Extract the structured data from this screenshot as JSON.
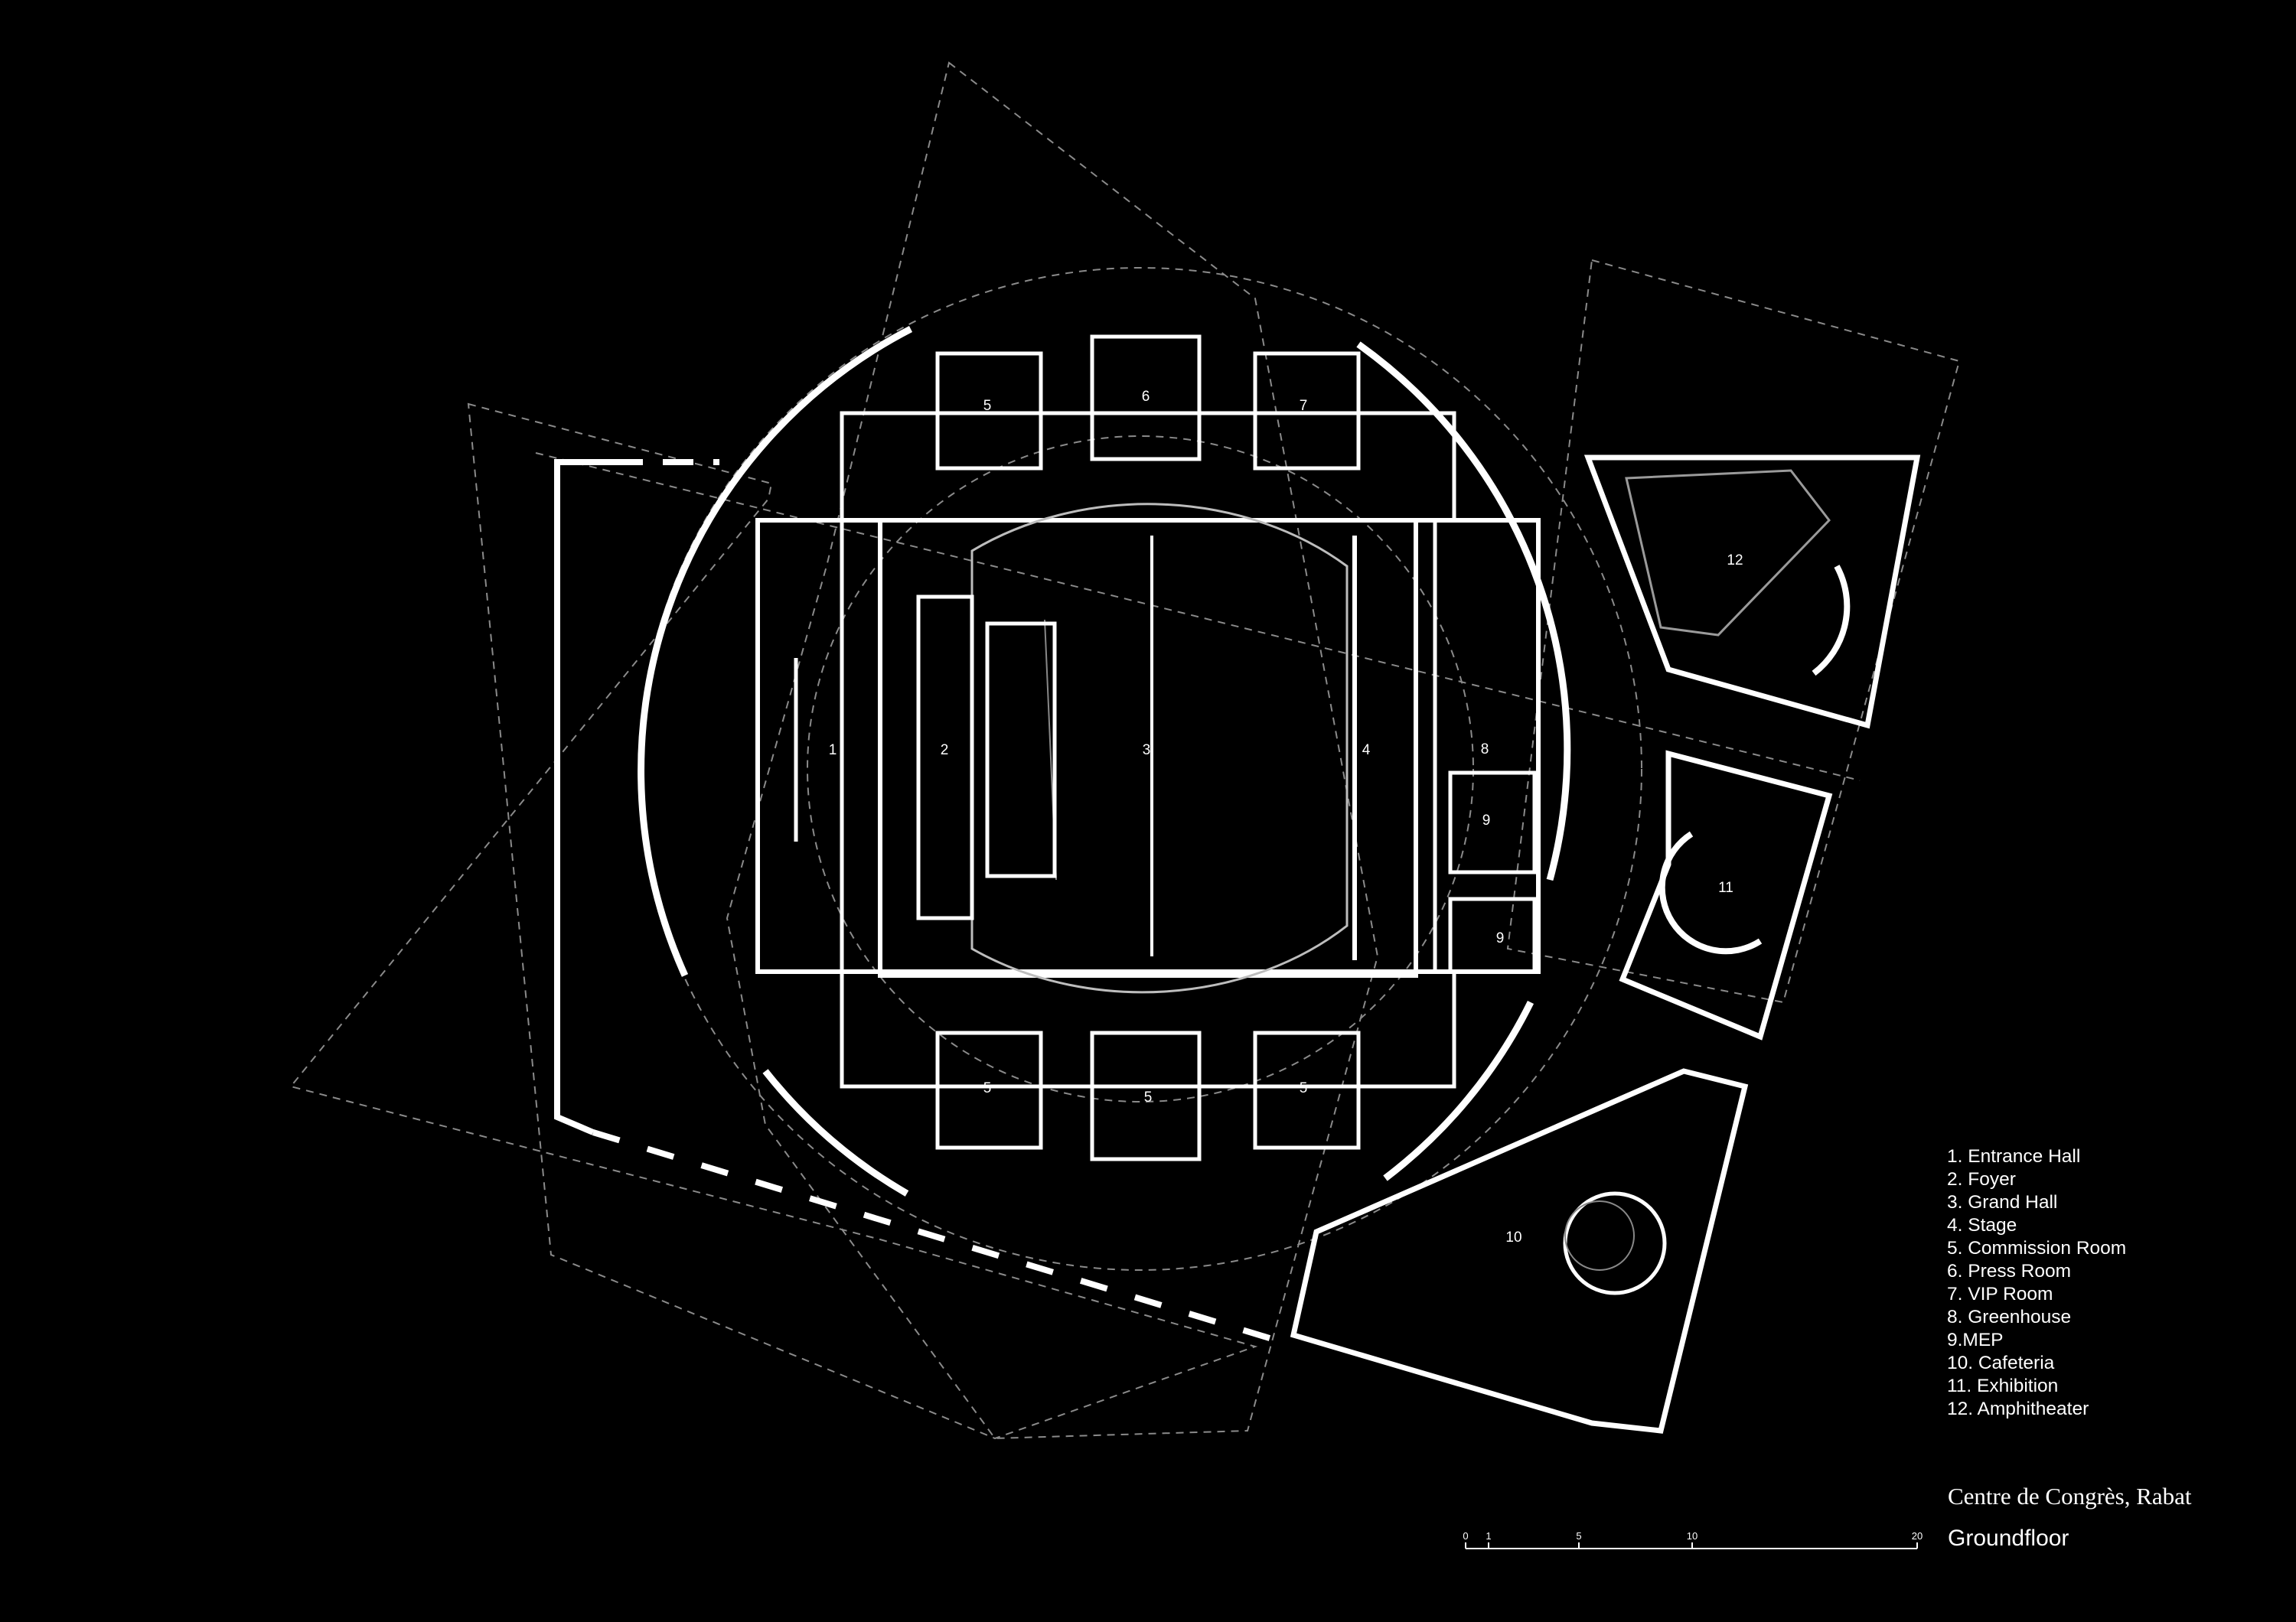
{
  "drawing": {
    "project_title": "Centre de Congrès, Rabat",
    "drawing_title": "Groundfloor",
    "colors": {
      "background": "#000000",
      "linework": "#ffffff",
      "dashed": "#8a8a8a",
      "dim": "#5a5a5a"
    }
  },
  "legend": {
    "items": [
      "1. Entrance Hall",
      "2. Foyer",
      "3. Grand Hall",
      "4. Stage",
      "5. Commission Room",
      "6. Press Room",
      "7. VIP Room",
      "8. Greenhouse",
      "9.MEP",
      "10. Cafeteria",
      "11. Exhibition",
      "12. Amphitheater"
    ]
  },
  "room_numbers": {
    "entrance_hall": "1",
    "foyer": "2",
    "grand_hall": "3",
    "stage": "4",
    "commission_n1": "5",
    "press_room": "6",
    "vip_room": "7",
    "commission_s1": "5",
    "commission_s2": "5",
    "commission_s3": "5",
    "greenhouse": "8",
    "mep_1": "9",
    "mep_2": "9",
    "cafeteria": "10",
    "exhibition": "11",
    "amphitheater": "12"
  },
  "scale_bar": {
    "ticks": [
      "0",
      "1",
      "5",
      "10",
      "20"
    ]
  }
}
